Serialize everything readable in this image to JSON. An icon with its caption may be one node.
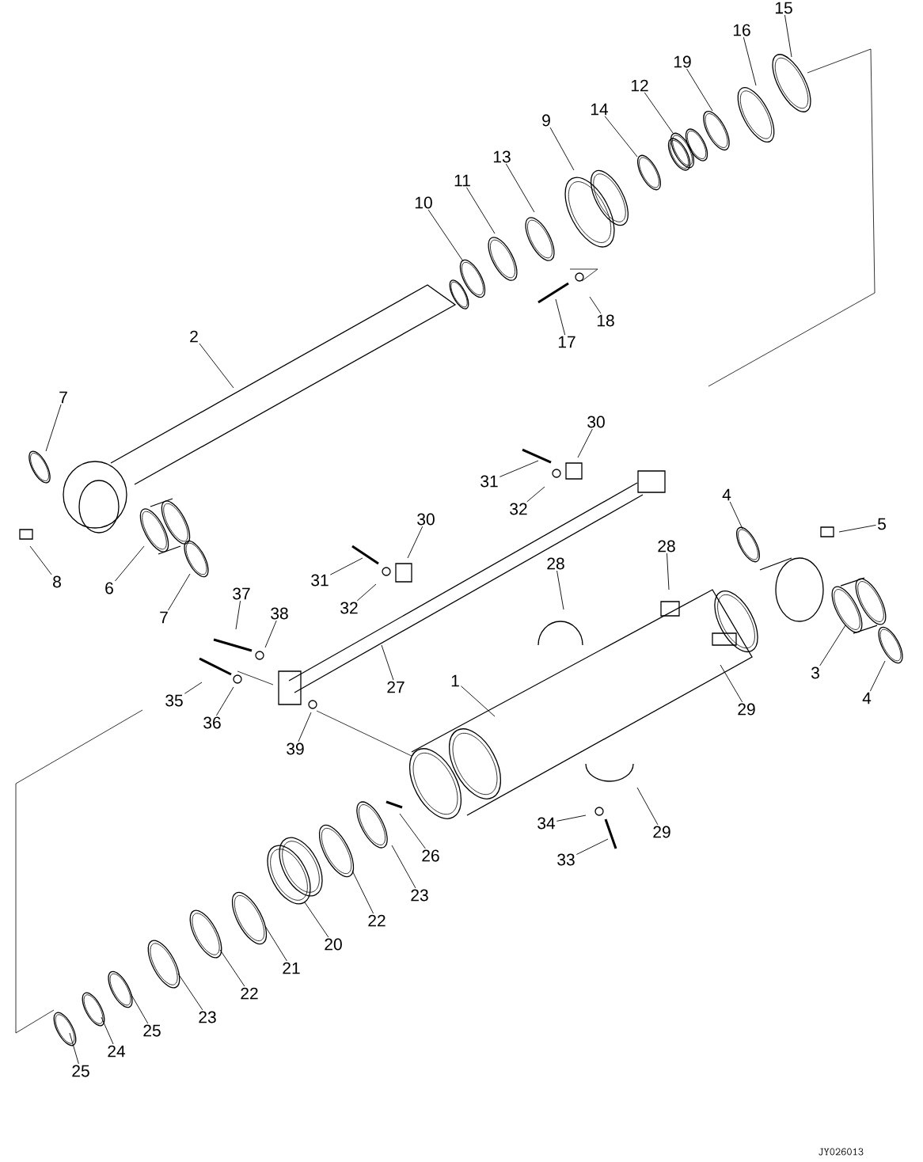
{
  "diagram": {
    "nodes": [
      {
        "text": [
          "15"
        ]
      },
      {
        "text": [
          "16"
        ]
      },
      {
        "text": [
          "19"
        ]
      },
      {
        "text": [
          "12"
        ]
      },
      {
        "text": [
          "14"
        ]
      },
      {
        "text": [
          "9"
        ]
      },
      {
        "text": [
          "13"
        ]
      },
      {
        "text": [
          "11"
        ]
      },
      {
        "text": [
          "10"
        ]
      },
      {
        "text": [
          "18"
        ]
      },
      {
        "text": [
          "17"
        ]
      },
      {
        "text": [
          "2"
        ]
      },
      {
        "text": [
          "7"
        ]
      },
      {
        "text": [
          "8"
        ]
      },
      {
        "text": [
          "6"
        ]
      },
      {
        "text": [
          "7"
        ]
      },
      {
        "text": [
          "30"
        ]
      },
      {
        "text": [
          "31"
        ]
      },
      {
        "text": [
          "32"
        ]
      },
      {
        "text": [
          "30"
        ]
      },
      {
        "text": [
          "31"
        ]
      },
      {
        "text": [
          "32"
        ]
      },
      {
        "text": [
          "4"
        ]
      },
      {
        "text": [
          "5"
        ]
      },
      {
        "text": [
          "28"
        ]
      },
      {
        "text": [
          "28"
        ]
      },
      {
        "text": [
          "37"
        ]
      },
      {
        "text": [
          "38"
        ]
      },
      {
        "text": [
          "35"
        ]
      },
      {
        "text": [
          "36"
        ]
      },
      {
        "text": [
          "27"
        ]
      },
      {
        "text": [
          "1"
        ]
      },
      {
        "text": [
          "39"
        ]
      },
      {
        "text": [
          "3"
        ]
      },
      {
        "text": [
          "4"
        ]
      },
      {
        "text": [
          "29"
        ]
      },
      {
        "text": [
          "34"
        ]
      },
      {
        "text": [
          "29"
        ]
      },
      {
        "text": [
          "33"
        ]
      },
      {
        "text": [
          "26"
        ]
      },
      {
        "text": [
          "23"
        ]
      },
      {
        "text": [
          "22"
        ]
      },
      {
        "text": [
          "20"
        ]
      },
      {
        "text": [
          "21"
        ]
      },
      {
        "text": [
          "22"
        ]
      },
      {
        "text": [
          "23"
        ]
      },
      {
        "text": [
          "25"
        ]
      },
      {
        "text": [
          "24"
        ]
      },
      {
        "text": [
          "25"
        ]
      }
    ],
    "edges": [
      {
        "from": 0,
        "to": null,
        "arrow": "none"
      },
      {
        "from": 1,
        "to": null,
        "arrow": "none"
      },
      {
        "from": 2,
        "to": null,
        "arrow": "none"
      },
      {
        "from": 3,
        "to": null,
        "arrow": "none"
      },
      {
        "from": 4,
        "to": null,
        "arrow": "none"
      },
      {
        "from": 5,
        "to": null,
        "arrow": "none"
      },
      {
        "from": 6,
        "to": null,
        "arrow": "none"
      },
      {
        "from": 7,
        "to": null,
        "arrow": "none"
      },
      {
        "from": 8,
        "to": null,
        "arrow": "none"
      },
      {
        "from": 9,
        "to": null,
        "arrow": "none"
      },
      {
        "from": 10,
        "to": null,
        "arrow": "none"
      },
      {
        "from": 11,
        "to": null,
        "arrow": "none"
      },
      {
        "from": 12,
        "to": null,
        "arrow": "none"
      },
      {
        "from": 13,
        "to": null,
        "arrow": "none"
      },
      {
        "from": 14,
        "to": null,
        "arrow": "none"
      },
      {
        "from": 15,
        "to": null,
        "arrow": "none"
      },
      {
        "from": 16,
        "to": null,
        "arrow": "none"
      },
      {
        "from": 17,
        "to": null,
        "arrow": "none"
      },
      {
        "from": 18,
        "to": null,
        "arrow": "none"
      },
      {
        "from": 19,
        "to": null,
        "arrow": "none"
      },
      {
        "from": 20,
        "to": null,
        "arrow": "none"
      },
      {
        "from": 21,
        "to": null,
        "arrow": "none"
      },
      {
        "from": 22,
        "to": null,
        "arrow": "none"
      },
      {
        "from": 23,
        "to": null,
        "arrow": "none"
      },
      {
        "from": 24,
        "to": null,
        "arrow": "none"
      },
      {
        "from": 25,
        "to": null,
        "arrow": "none"
      },
      {
        "from": 26,
        "to": null,
        "arrow": "none"
      },
      {
        "from": 27,
        "to": null,
        "arrow": "none"
      },
      {
        "from": 28,
        "to": null,
        "arrow": "none"
      },
      {
        "from": 29,
        "to": null,
        "arrow": "none"
      },
      {
        "from": 30,
        "to": null,
        "arrow": "none"
      },
      {
        "from": 31,
        "to": null,
        "arrow": "none"
      },
      {
        "from": 32,
        "to": null,
        "arrow": "none"
      },
      {
        "from": 33,
        "to": null,
        "arrow": "none"
      },
      {
        "from": 34,
        "to": null,
        "arrow": "none"
      },
      {
        "from": 35,
        "to": null,
        "arrow": "none"
      },
      {
        "from": 36,
        "to": null,
        "arrow": "none"
      },
      {
        "from": 37,
        "to": null,
        "arrow": "none"
      },
      {
        "from": 38,
        "to": null,
        "arrow": "none"
      },
      {
        "from": 39,
        "to": null,
        "arrow": "none"
      },
      {
        "from": 40,
        "to": null,
        "arrow": "none"
      },
      {
        "from": 41,
        "to": null,
        "arrow": "none"
      },
      {
        "from": 42,
        "to": null,
        "arrow": "none"
      },
      {
        "from": 43,
        "to": null,
        "arrow": "none"
      },
      {
        "from": 44,
        "to": null,
        "arrow": "none"
      },
      {
        "from": 45,
        "to": null,
        "arrow": "none"
      },
      {
        "from": 46,
        "to": null,
        "arrow": "none"
      },
      {
        "from": 47,
        "to": null,
        "arrow": "none"
      },
      {
        "from": 48,
        "to": null,
        "arrow": "none"
      }
    ],
    "labels": [
      "JY026013"
    ]
  }
}
